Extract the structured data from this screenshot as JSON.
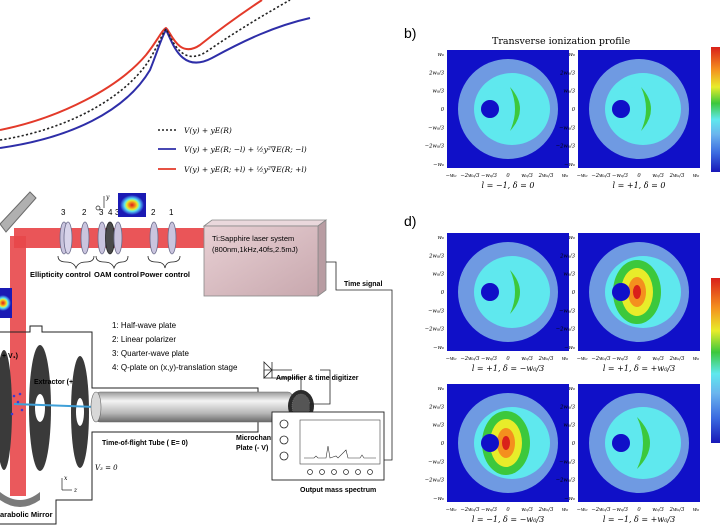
{
  "legend": {
    "line1": "V(y) + yE(R)",
    "line2": "V(y) + yE(R; −l) + ½y²∇E(R; −l)",
    "line3": "V(y) + yE(R; +l) + ½y²∇E(R; +l)"
  },
  "panel_b": {
    "letter": "b)",
    "title": "Transverse ionization profile",
    "left_caption": "l = −1, δ = 0",
    "right_caption": "l = +1, δ = 0"
  },
  "panel_d": {
    "letter": "d)",
    "tl_caption": "l = +1, δ = −w₀/3",
    "tr_caption": "l = +1, δ = +w₀/3",
    "bl_caption": "l = −1, δ = −w₀/3",
    "br_caption": "l = −1, δ = +w₀/3"
  },
  "ticks": {
    "x": [
      "−w₀",
      "−2w₀/3",
      "−w₀/3",
      "0",
      "w₀/3",
      "2w₀/3",
      "w₀"
    ],
    "y": [
      "w₀",
      "2w₀/3",
      "w₀/3",
      "0",
      "−w₀/3",
      "−2w₀/3",
      "−w₀"
    ]
  },
  "setup": {
    "laser_line1": "Ti:Sapphire laser system",
    "laser_line2": "(800nm,1kHz,40fs,2.5mJ)",
    "ellipticity": "Ellipticity control",
    "oam": "OAM control",
    "power": "Power control",
    "time_signal": "Time signal",
    "list1": "1: Half-wave plate",
    "list2": "2: Linear polarizer",
    "list3": "3: Quarter-wave plate",
    "list4": "4: Q-plate on (x,y)-translation stage",
    "extractor": "Extractor (+ V₂)",
    "repeller_frag": "+ V₁)",
    "amplifier": "Amplifier & time digitizer",
    "tof": "Time-of-flight Tube ( E= 0)",
    "mcp1": "Microchannel",
    "mcp2": "Plate (- V)",
    "v3": "V₃ = 0",
    "parabolic": "arabolic Mirror",
    "spectrum": "Output mass spectrum",
    "plate_labels": [
      "3",
      "2",
      "3",
      "4",
      "3",
      "2",
      "1"
    ],
    "axis_x": "x",
    "axis_y": "y",
    "axis_z": "z"
  },
  "colors": {
    "beam": "#e8474a",
    "blue_curve": "#2e2ea8",
    "red_curve": "#e33a2a",
    "map_bg": "#1010c8",
    "ring": "#6f9ae2",
    "cyan": "#5fe8ee",
    "green": "#3cc83c",
    "yellow": "#e8ec2a",
    "orange": "#f4901e",
    "red": "#d9201a"
  }
}
